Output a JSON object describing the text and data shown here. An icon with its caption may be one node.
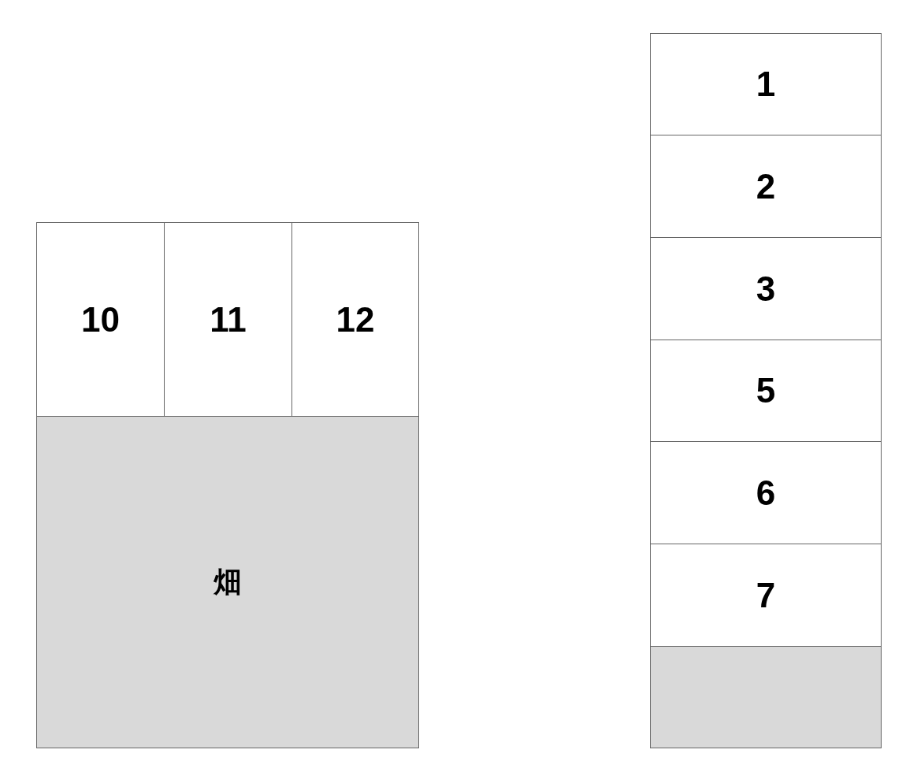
{
  "diagram": {
    "nodes": [
      {
        "text": [
          "10"
        ]
      },
      {
        "text": [
          "11"
        ]
      },
      {
        "text": [
          "12"
        ]
      },
      {
        "text": [
          "畑"
        ]
      },
      {
        "text": [
          "1"
        ]
      },
      {
        "text": [
          "2"
        ]
      },
      {
        "text": [
          "3"
        ]
      },
      {
        "text": [
          "5"
        ]
      },
      {
        "text": [
          "6"
        ]
      },
      {
        "text": [
          "7"
        ]
      },
      {
        "text": [],
        "shape": "box"
      }
    ]
  }
}
